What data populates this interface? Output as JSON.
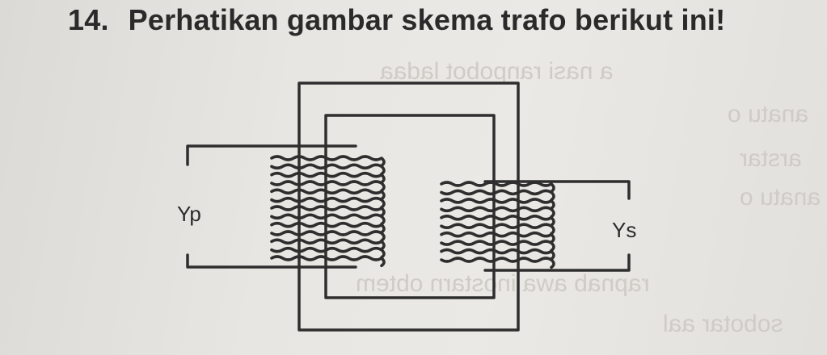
{
  "question": {
    "number": "14.",
    "text": "Perhatikan gambar skema trafo berikut ini!"
  },
  "diagram": {
    "primary_label": "Yp",
    "secondary_label": "Ys",
    "primary_turns": 13,
    "secondary_turns": 10
  },
  "colors": {
    "ink": "#2e2e2e",
    "paper": "#e8e6e2"
  }
}
